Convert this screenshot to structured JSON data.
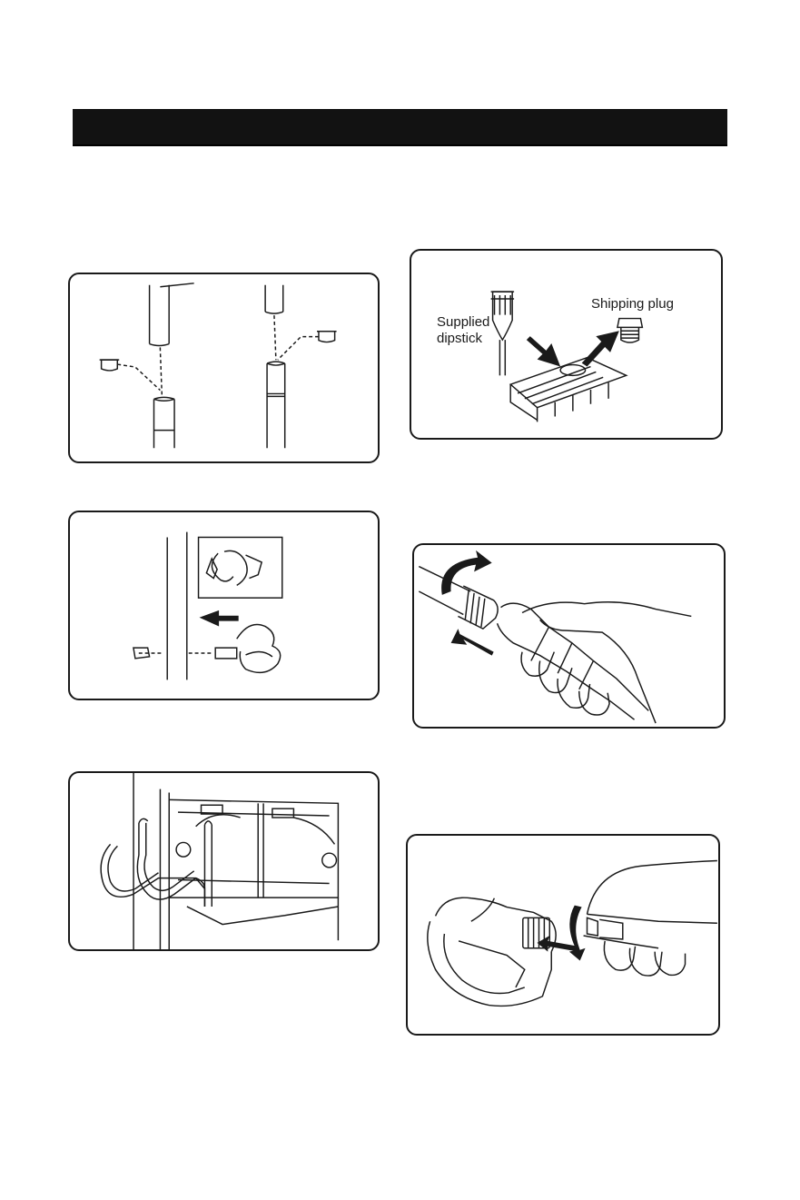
{
  "labels": {
    "supplied_dipstick": "Supplied dipstick",
    "shipping_plug": "Shipping plug"
  },
  "icons": [
    "handle-tube-assembly",
    "wheel-clip-bolt",
    "hose-hook",
    "oil-dipstick-plug",
    "hose-pump-connection",
    "hose-gun-connection"
  ]
}
